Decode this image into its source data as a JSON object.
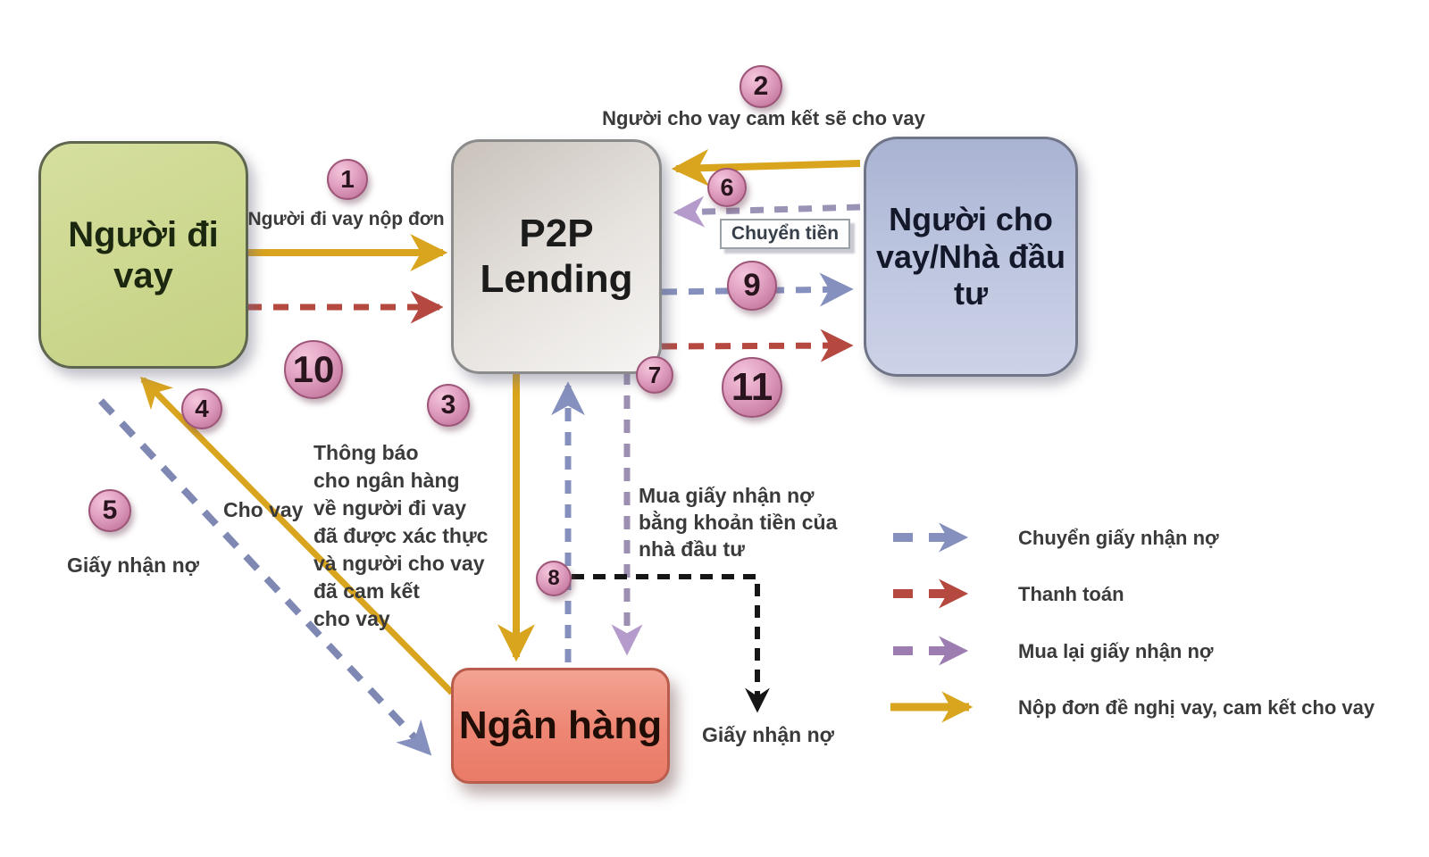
{
  "nodes": {
    "borrower": {
      "lines": [
        "Người đi",
        "vay"
      ]
    },
    "platform": {
      "lines": [
        "P2P",
        "Lending"
      ]
    },
    "lender": {
      "lines": [
        "Người cho",
        "vay/Nhà đầu",
        "tư"
      ]
    },
    "bank": {
      "lines": [
        "Ngân hàng"
      ]
    }
  },
  "badges": [
    "1",
    "2",
    "3",
    "4",
    "5",
    "6",
    "7",
    "8",
    "9",
    "10",
    "11"
  ],
  "labels": {
    "apply": "Người đi vay  nộp đơn",
    "commit": "Người cho vay cam kết sẽ cho vay",
    "transfer": "Chuyển tiền",
    "lend": "Cho vay",
    "note_left": "Giấy nhận nợ",
    "note_bottom": "Giấy nhận nợ",
    "notify_lines": [
      "Thông báo",
      "cho ngân hàng",
      "về người đi vay",
      "đã được xác thực",
      "và người cho vay",
      "đã cam kết",
      "cho vay"
    ],
    "buy_lines": [
      "Mua giấy nhận nợ",
      "bằng khoản tiền của",
      "nhà đầu tư"
    ]
  },
  "legend": {
    "items": [
      {
        "label": "Chuyển giấy nhận nợ",
        "style": "dashed",
        "color": "#8590BE"
      },
      {
        "label": "Thanh toán",
        "style": "dashed",
        "color": "#B5483F"
      },
      {
        "label": "Mua lại giấy nhận nợ",
        "style": "dashed",
        "color": "#9C7CB1"
      },
      {
        "label": "Nộp đơn đề nghị vay, cam kết cho vay",
        "style": "solid",
        "color": "#D9A41E"
      }
    ]
  },
  "colors": {
    "gold": "#D9A41E",
    "blue_gray": "#8590BE",
    "red": "#B5483F",
    "purple": "#9C7CB1",
    "lavender": "#B49BCB",
    "black": "#161616",
    "borrower_fill": "#CCD78F",
    "platform_fill": "#E7E3DF",
    "lender_fill": "#BFC7E0",
    "bank_fill": "#EE8573",
    "badge_fill": "#D795B8"
  }
}
